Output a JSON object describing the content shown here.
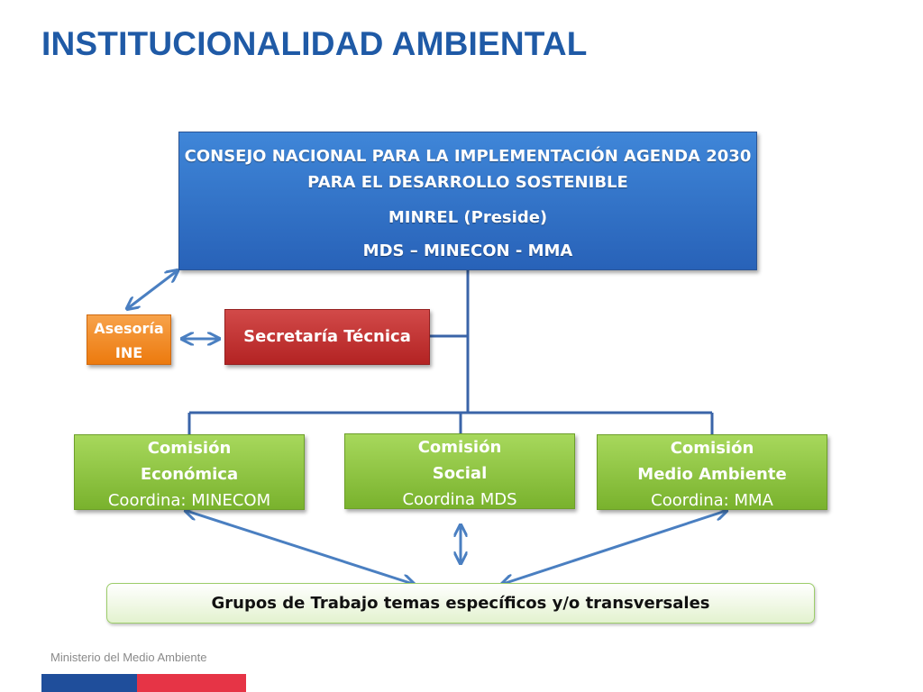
{
  "title": "INSTITUCIONALIDAD AMBIENTAL",
  "consejo": {
    "line1": "CONSEJO NACIONAL PARA LA IMPLEMENTACIÓN AGENDA 2030",
    "line2": "PARA EL DESARROLLO SOSTENIBLE",
    "line3": "MINREL (Preside)",
    "line4": "MDS – MINECON - MMA"
  },
  "asesoria": {
    "line1": "Asesoría",
    "line2": "INE"
  },
  "secretaria": "Secretaría Técnica",
  "comisiones": [
    {
      "line1": "Comisión",
      "line2": "Económica",
      "line3": "Coordina: MINECOM"
    },
    {
      "line1": "Comisión",
      "line2": "Social",
      "line3": "Coordina MDS"
    },
    {
      "line1": "Comisión",
      "line2": "Medio Ambiente",
      "line3": "Coordina: MMA"
    }
  ],
  "grupos": "Grupos de Trabajo temas específicos y/o transversales",
  "footer": "Ministerio del Medio Ambiente",
  "colors": {
    "title": "#1f5aa6",
    "consejo": "#2f6fc6",
    "asesoria": "#f28c28",
    "secretaria": "#c0312f",
    "comision": "#8bc34a",
    "connector": "#3a64a8",
    "arrow": "#4a7fc1"
  }
}
